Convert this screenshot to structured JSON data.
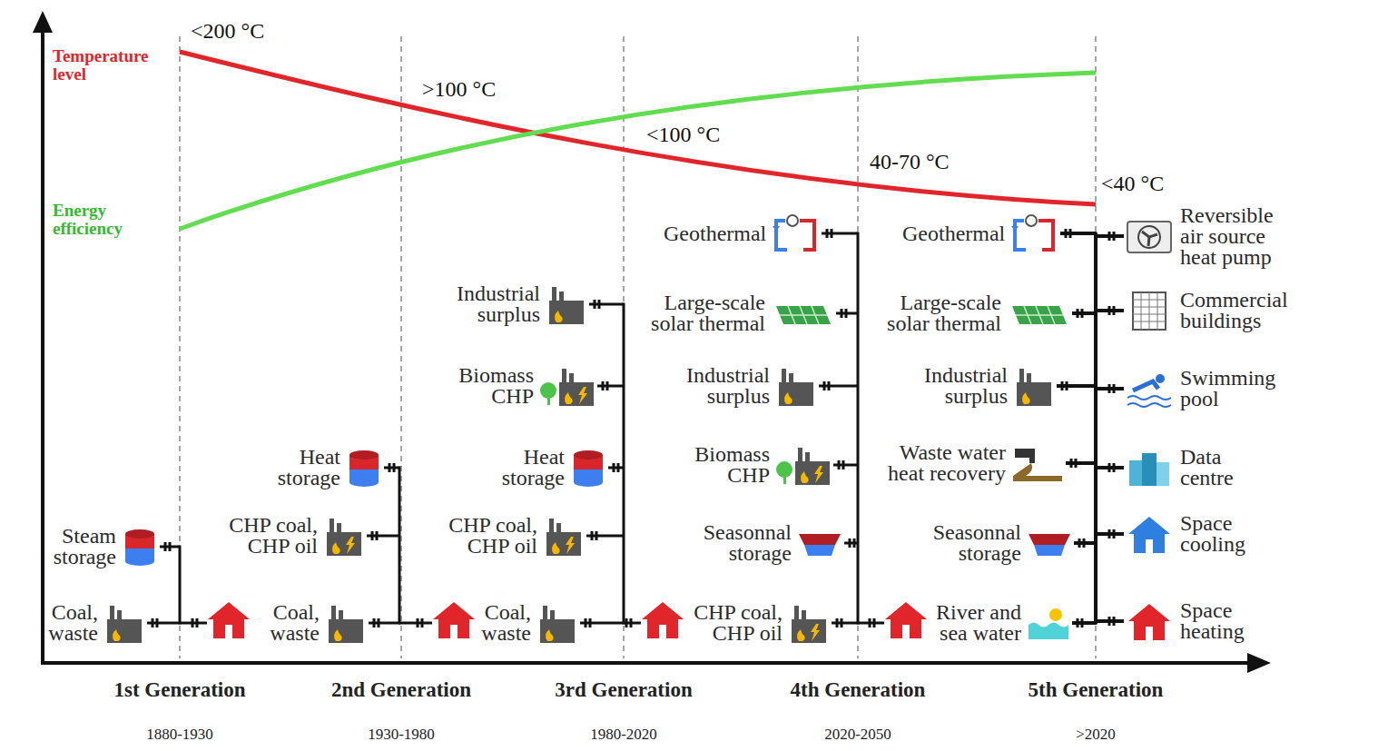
{
  "diagram": {
    "nodes": [
      {
        "text": [
          "Steam storage"
        ]
      },
      {
        "text": [
          "Coal, waste"
        ]
      },
      {
        "text": [
          "Heat storage"
        ]
      },
      {
        "text": [
          "CHP coal, CHP oil"
        ]
      },
      {
        "text": [
          "Coal, waste"
        ]
      },
      {
        "text": [
          "Industrial surplus"
        ]
      },
      {
        "text": [
          "Biomass CHP"
        ]
      },
      {
        "text": [
          "Heat storage"
        ]
      },
      {
        "text": [
          "CHP coal, CHP oil"
        ]
      },
      {
        "text": [
          "Coal, waste"
        ]
      },
      {
        "text": [
          "Geothermal"
        ]
      },
      {
        "text": [
          "Large-scale solar thermal"
        ]
      },
      {
        "text": [
          "Industrial surplus"
        ]
      },
      {
        "text": [
          "Biomass CHP"
        ]
      },
      {
        "text": [
          "Seasonnal storage"
        ]
      },
      {
        "text": [
          "CHP coal, CHP oil"
        ]
      },
      {
        "text": [
          "Geothermal"
        ]
      },
      {
        "text": [
          "Large-scale solar thermal"
        ]
      },
      {
        "text": [
          "Industrial surplus"
        ]
      },
      {
        "text": [
          "Waste water heat recovery"
        ]
      },
      {
        "text": [
          "Seasonnal storage"
        ]
      },
      {
        "text": [
          "River and sea water"
        ]
      },
      {
        "text": [
          "Reversible air source heat pump"
        ]
      },
      {
        "text": [
          "Commercial buildings"
        ]
      },
      {
        "text": [
          "Swimming pool"
        ]
      },
      {
        "text": [
          "Data centre"
        ]
      },
      {
        "text": [
          "Space cooling"
        ]
      },
      {
        "text": [
          "Space heating"
        ]
      }
    ],
    "edges": [
      {
        "from": 16,
        "to": 22,
        "arrow": "none"
      },
      {
        "from": 16,
        "to": 23,
        "arrow": "none"
      },
      {
        "from": 16,
        "to": 24,
        "arrow": "none"
      },
      {
        "from": 16,
        "to": 25,
        "arrow": "none"
      },
      {
        "from": 16,
        "to": 26,
        "arrow": "none"
      },
      {
        "from": 16,
        "to": 27,
        "arrow": "none"
      },
      {
        "from": 17,
        "to": 22,
        "arrow": "none"
      },
      {
        "from": 17,
        "to": 23,
        "arrow": "none"
      },
      {
        "from": 17,
        "to": 24,
        "arrow": "none"
      },
      {
        "from": 17,
        "to": 25,
        "arrow": "none"
      },
      {
        "from": 17,
        "to": 26,
        "arrow": "none"
      },
      {
        "from": 17,
        "to": 27,
        "arrow": "none"
      },
      {
        "from": 18,
        "to": 22,
        "arrow": "none"
      },
      {
        "from": 18,
        "to": 23,
        "arrow": "none"
      },
      {
        "from": 18,
        "to": 24,
        "arrow": "none"
      },
      {
        "from": 18,
        "to": 25,
        "arrow": "none"
      },
      {
        "from": 18,
        "to": 26,
        "arrow": "none"
      },
      {
        "from": 18,
        "to": 27,
        "arrow": "none"
      },
      {
        "from": 19,
        "to": 22,
        "arrow": "none"
      },
      {
        "from": 19,
        "to": 23,
        "arrow": "none"
      },
      {
        "from": 19,
        "to": 24,
        "arrow": "none"
      },
      {
        "from": 19,
        "to": 25,
        "arrow": "none"
      },
      {
        "from": 19,
        "to": 26,
        "arrow": "none"
      },
      {
        "from": 19,
        "to": 27,
        "arrow": "none"
      },
      {
        "from": 20,
        "to": 22,
        "arrow": "none"
      },
      {
        "from": 20,
        "to": 23,
        "arrow": "none"
      },
      {
        "from": 20,
        "to": 24,
        "arrow": "none"
      },
      {
        "from": 20,
        "to": 25,
        "arrow": "none"
      },
      {
        "from": 20,
        "to": 26,
        "arrow": "none"
      },
      {
        "from": 20,
        "to": 27,
        "arrow": "none"
      },
      {
        "from": 21,
        "to": 22,
        "arrow": "none"
      },
      {
        "from": 21,
        "to": 23,
        "arrow": "none"
      },
      {
        "from": 21,
        "to": 24,
        "arrow": "none"
      },
      {
        "from": 21,
        "to": 25,
        "arrow": "none"
      },
      {
        "from": 21,
        "to": 26,
        "arrow": "none"
      },
      {
        "from": 21,
        "to": 27,
        "arrow": "none"
      }
    ],
    "labels": [
      "Temperature level",
      "Energy efficiency",
      "<200 °C",
      ">100 °C",
      "<100 °C",
      "40-70 °C",
      "<40 °C",
      "1st Generation",
      "2nd Generation",
      "3rd Generation",
      "4th Generation",
      "5th Generation",
      "1880-1930",
      "1930-1980",
      "1980-2020",
      "2020-2050",
      ">2020"
    ]
  }
}
